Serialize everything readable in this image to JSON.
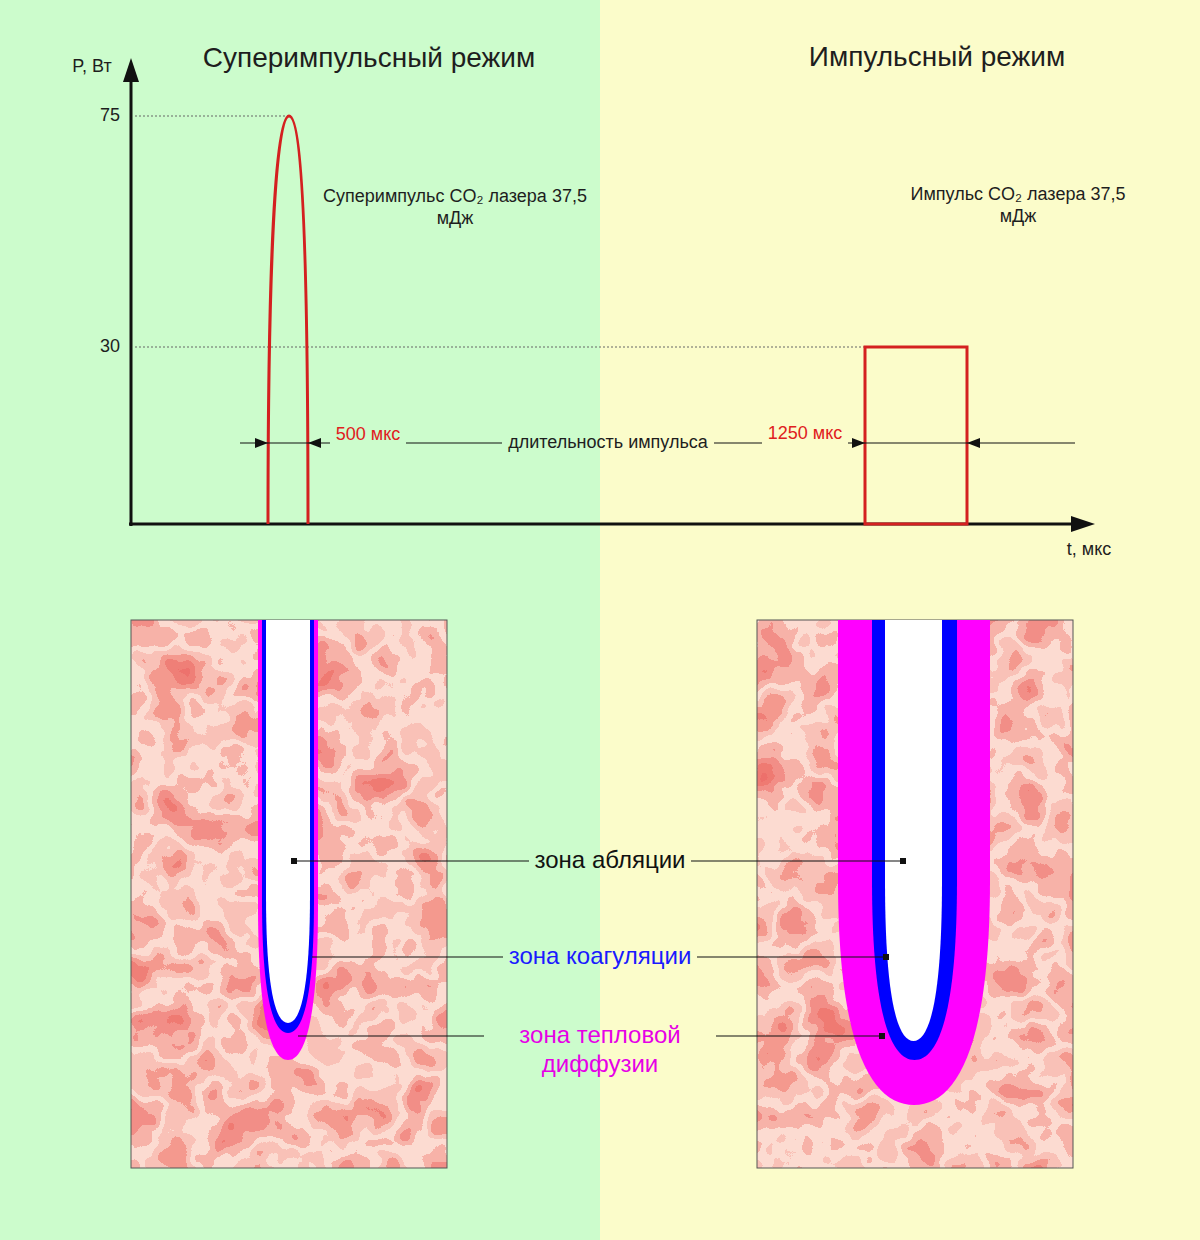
{
  "diagram": {
    "nodes": [
      {
        "text": [
          "Суперимпульсный режим"
        ]
      },
      {
        "text": [
          "Импульсный режим"
        ]
      }
    ],
    "labels": [
      "P, Вт",
      "75",
      "30",
      "t, мкс",
      "Суперимпульс CO₂ лазера 37,5 мДж",
      "Импульс CO₂ лазера 37,5 мДж",
      "500 мкс",
      "длительность импульса",
      "1250 мкс",
      "зона абляции",
      "зона коагуляции",
      "зона тепловой диффузии"
    ]
  }
}
